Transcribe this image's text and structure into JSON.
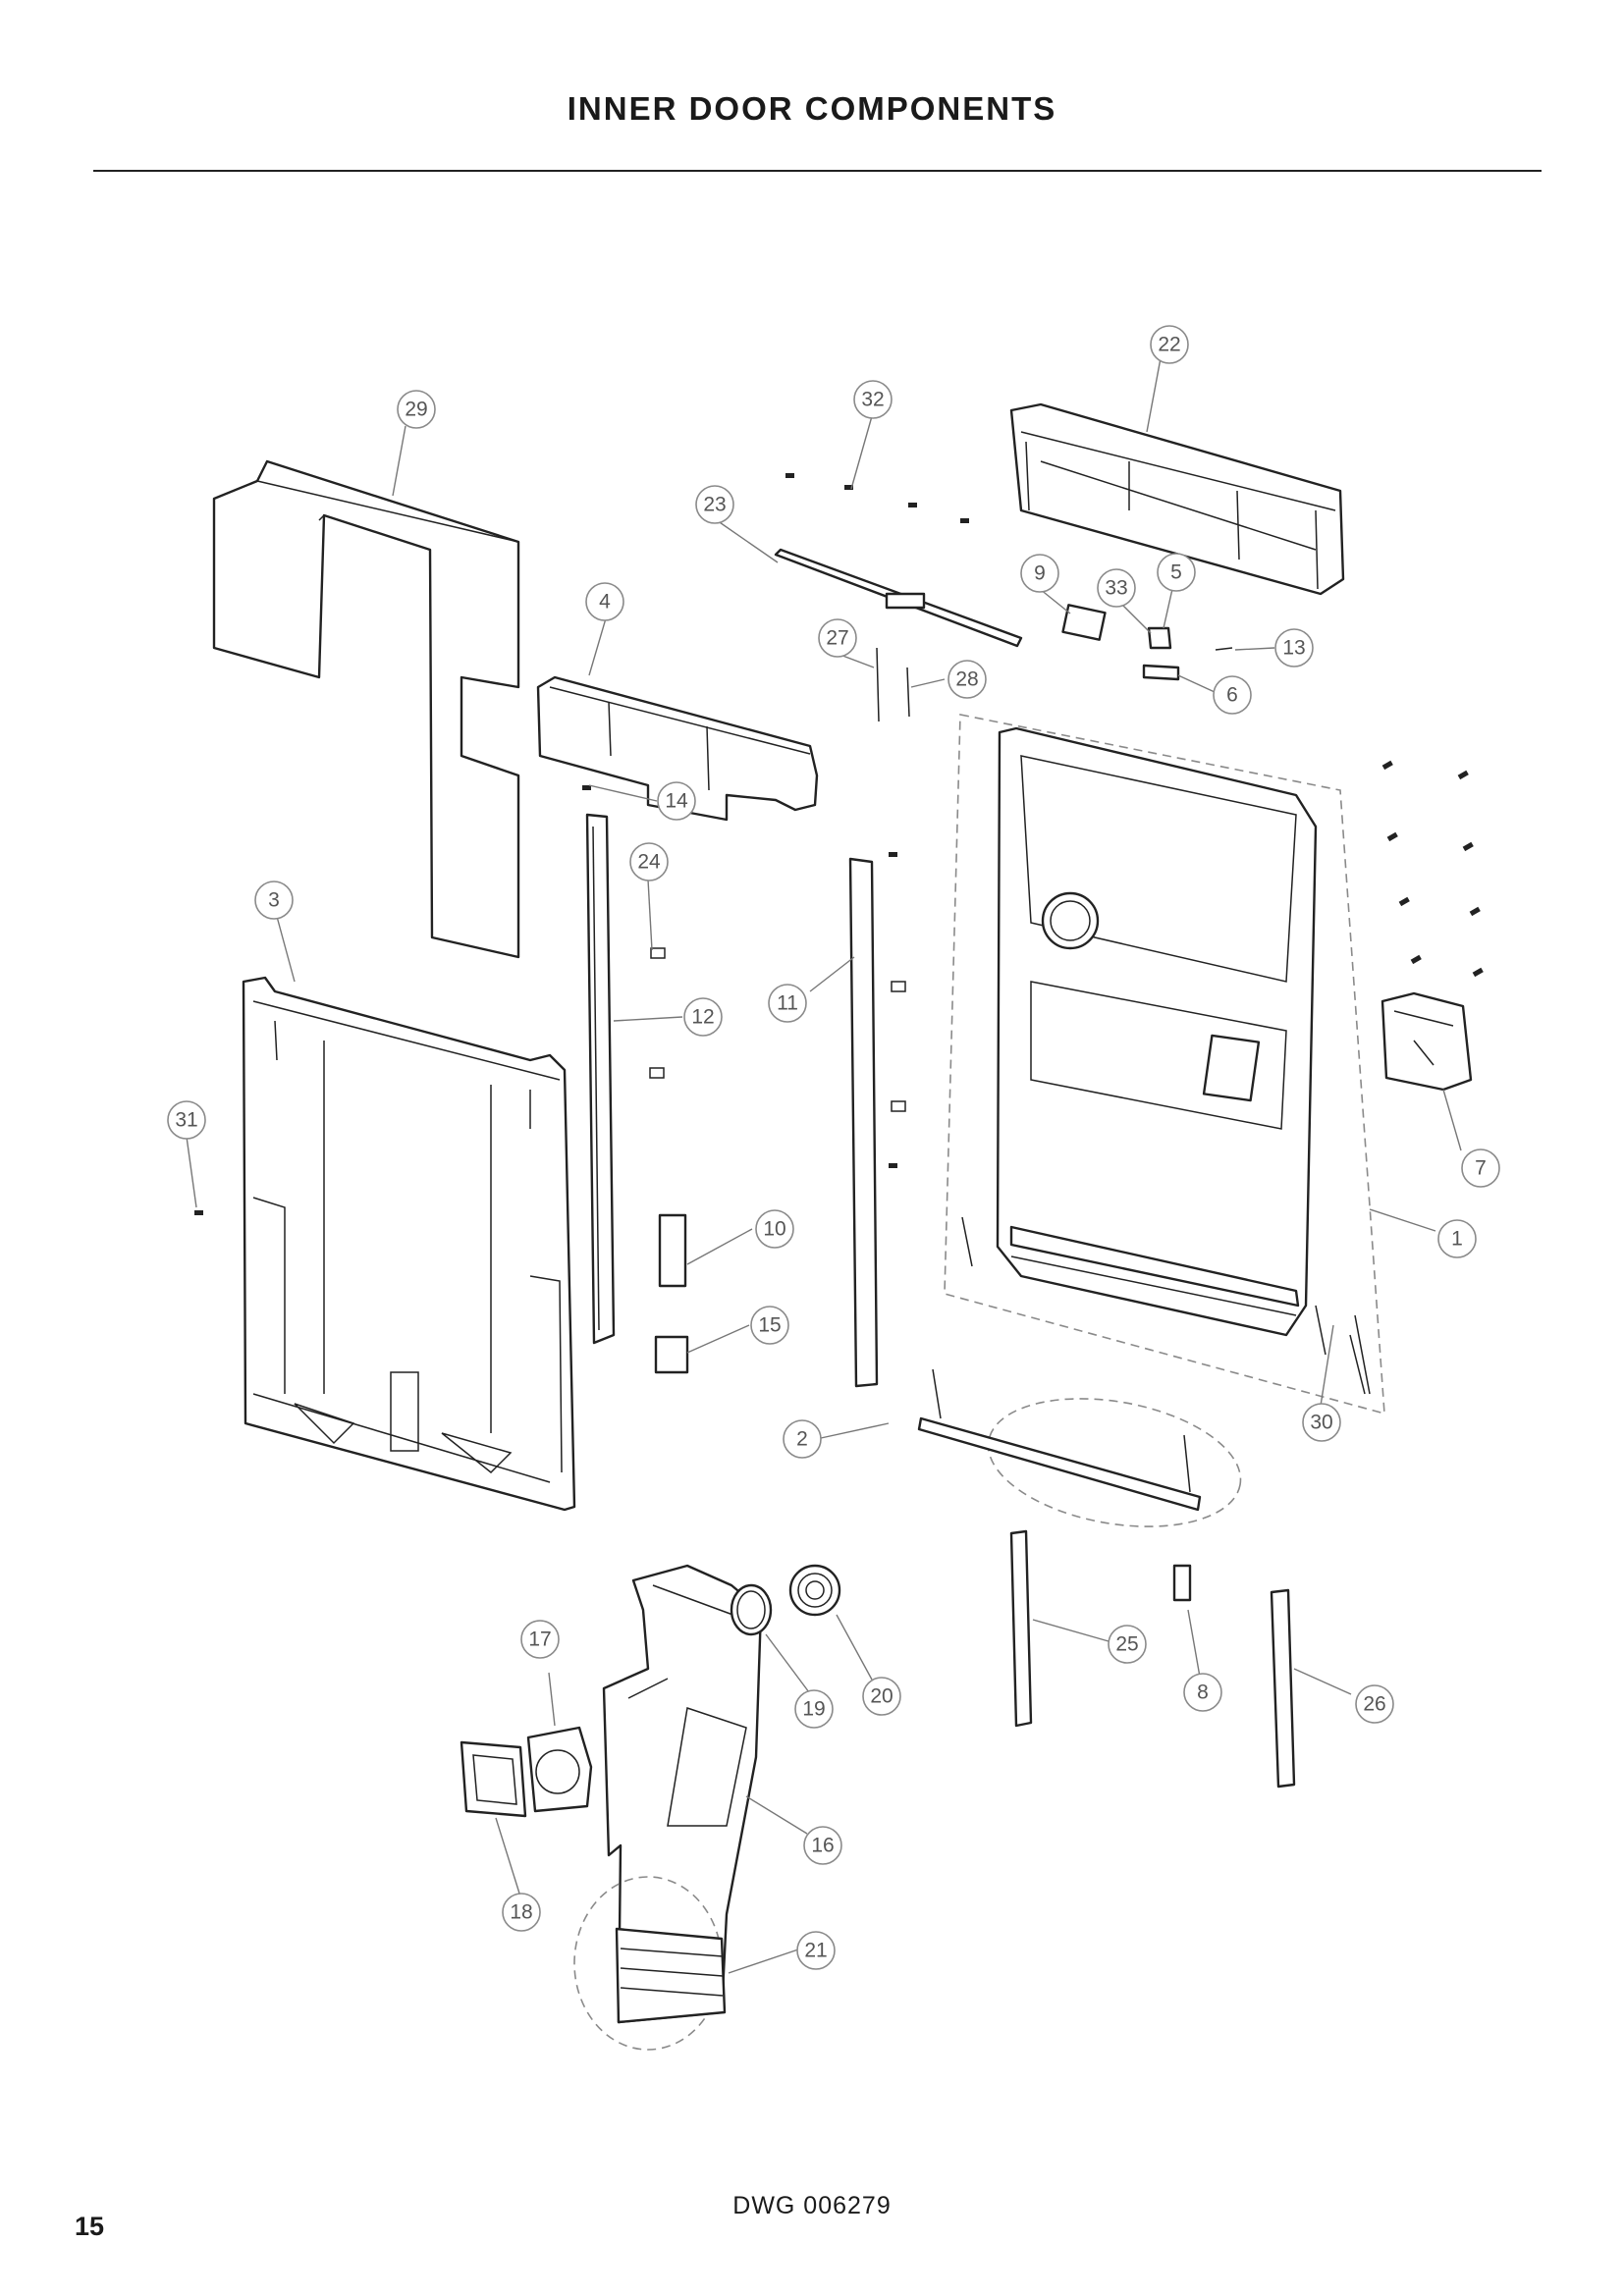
{
  "page": {
    "title": "INNER DOOR COMPONENTS",
    "drawing_number": "DWG 006279",
    "page_number": "15"
  },
  "diagram": {
    "callouts": [
      {
        "id": "c1",
        "label": "1"
      },
      {
        "id": "c2",
        "label": "2"
      },
      {
        "id": "c3",
        "label": "3"
      },
      {
        "id": "c4",
        "label": "4"
      },
      {
        "id": "c5",
        "label": "5"
      },
      {
        "id": "c6",
        "label": "6"
      },
      {
        "id": "c7",
        "label": "7"
      },
      {
        "id": "c8",
        "label": "8"
      },
      {
        "id": "c9",
        "label": "9"
      },
      {
        "id": "c10",
        "label": "10"
      },
      {
        "id": "c11",
        "label": "11"
      },
      {
        "id": "c12",
        "label": "12"
      },
      {
        "id": "c13",
        "label": "13"
      },
      {
        "id": "c14",
        "label": "14"
      },
      {
        "id": "c15",
        "label": "15"
      },
      {
        "id": "c16",
        "label": "16"
      },
      {
        "id": "c17",
        "label": "17"
      },
      {
        "id": "c18",
        "label": "18"
      },
      {
        "id": "c19",
        "label": "19"
      },
      {
        "id": "c20",
        "label": "20"
      },
      {
        "id": "c21",
        "label": "21"
      },
      {
        "id": "c22",
        "label": "22"
      },
      {
        "id": "c23",
        "label": "23"
      },
      {
        "id": "c24",
        "label": "24"
      },
      {
        "id": "c25",
        "label": "25"
      },
      {
        "id": "c26",
        "label": "26"
      },
      {
        "id": "c27",
        "label": "27"
      },
      {
        "id": "c28",
        "label": "28"
      },
      {
        "id": "c29",
        "label": "29"
      },
      {
        "id": "c30",
        "label": "30"
      },
      {
        "id": "c31",
        "label": "31"
      },
      {
        "id": "c32",
        "label": "32"
      },
      {
        "id": "c33",
        "label": "33"
      }
    ]
  }
}
